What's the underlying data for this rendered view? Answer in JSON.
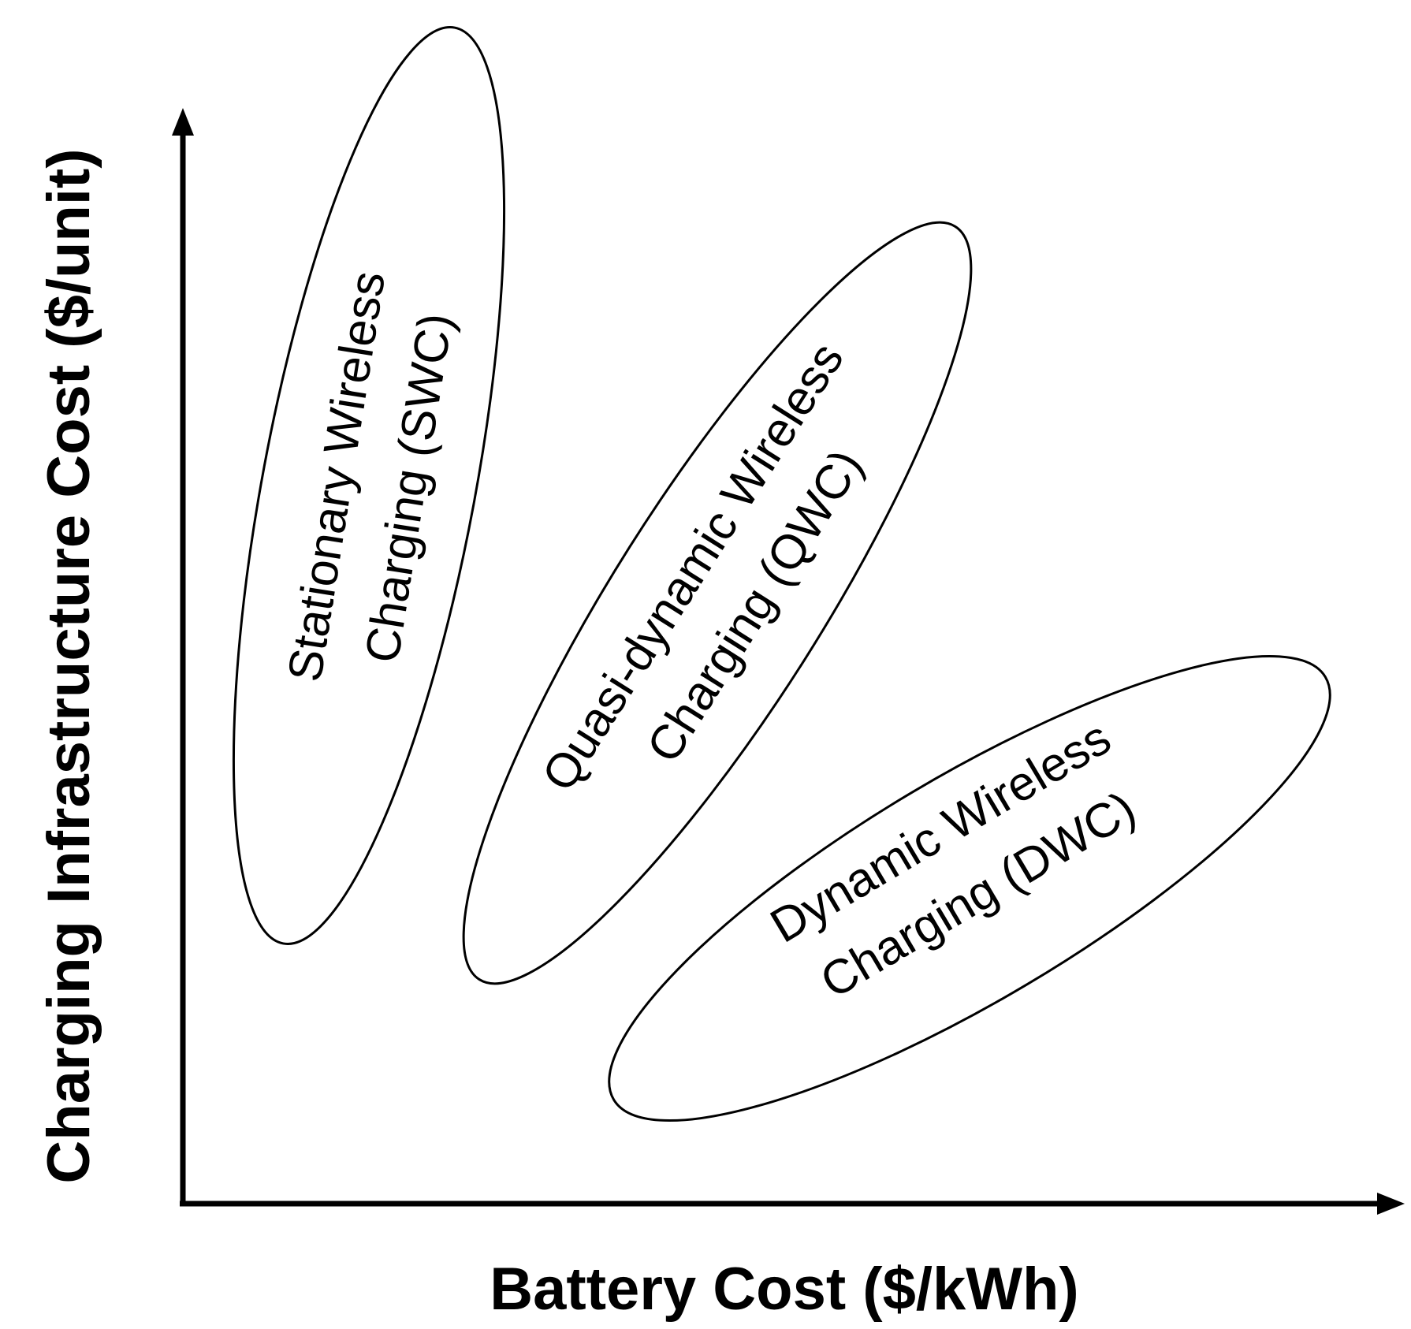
{
  "axes": {
    "x_label": "Battery Cost ($/kWh)",
    "y_label": "Charging Infrastructure Cost ($/unit)"
  },
  "regions": [
    {
      "id": "swc",
      "line1": "Stationary Wireless",
      "line2": "Charging (SWC)"
    },
    {
      "id": "qwc",
      "line1": "Quasi-dynamic Wireless",
      "line2": "Charging (QWC)"
    },
    {
      "id": "dwc",
      "line1": "Dynamic Wireless",
      "line2": "Charging (DWC)"
    }
  ]
}
